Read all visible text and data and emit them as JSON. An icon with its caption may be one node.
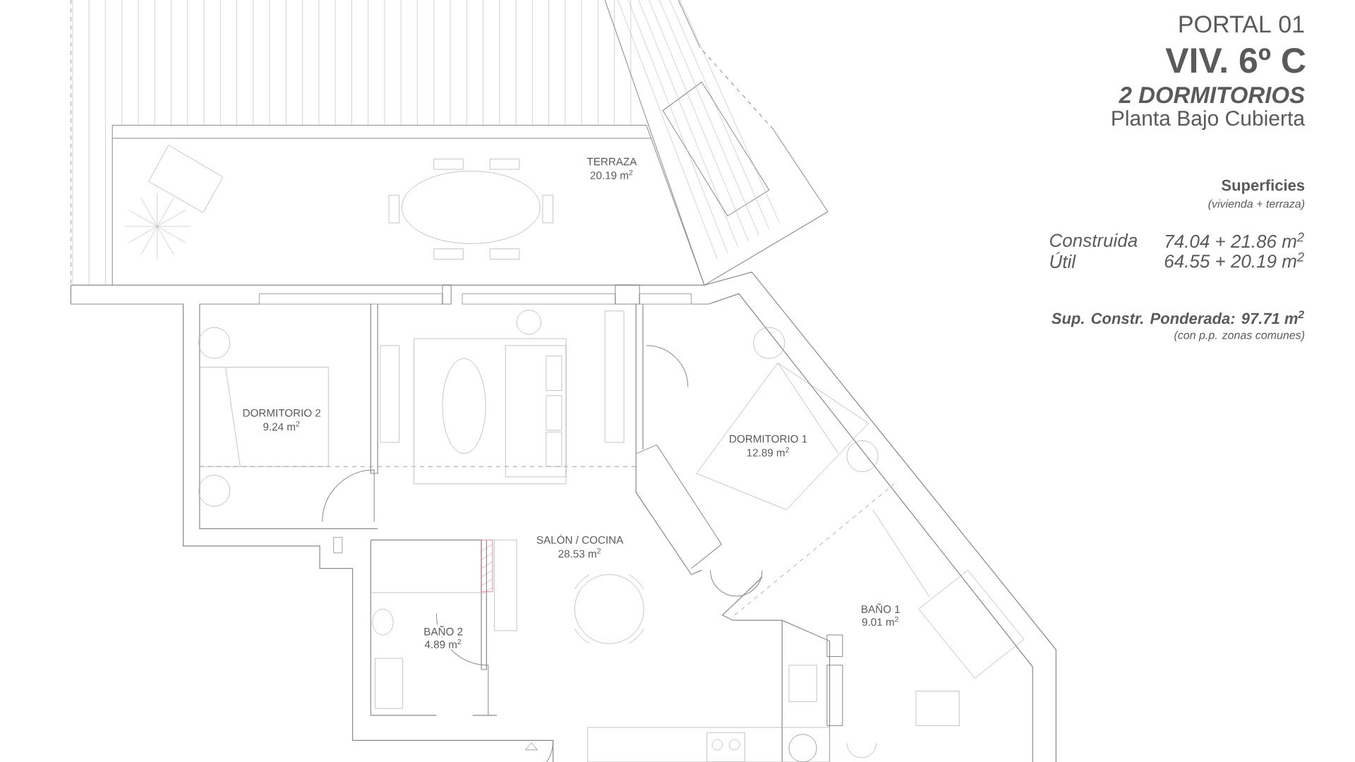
{
  "diagram": {
    "title": "VIV. 6º C",
    "labels": [
      "PORTAL 01",
      "2 DORMITORIOS",
      "Planta Bajo Cubierta",
      "Superficies",
      "(vivienda + terraza)",
      "Construida",
      "74.04 + 21.86 m$^{2}$",
      "Útil",
      "64.55 + 20.19 m$^{2}$",
      "Sup. Constr. Ponderada: 97.71 m$^{2}$",
      "(con p.p. zonas comunes)",
      "TERRAZA",
      "20.19 m$^{2}$",
      "DORMITORIO 2",
      "9.24 m$^{2}$",
      "DORMITORIO 1",
      "12.89 m$^{2}$",
      "SALÓN / COCINA",
      "28.53 m$^{2}$",
      "BAÑO 1",
      "9.01 m$^{2}$",
      "BAÑO 2",
      "4.89 m$^{2}$"
    ]
  }
}
